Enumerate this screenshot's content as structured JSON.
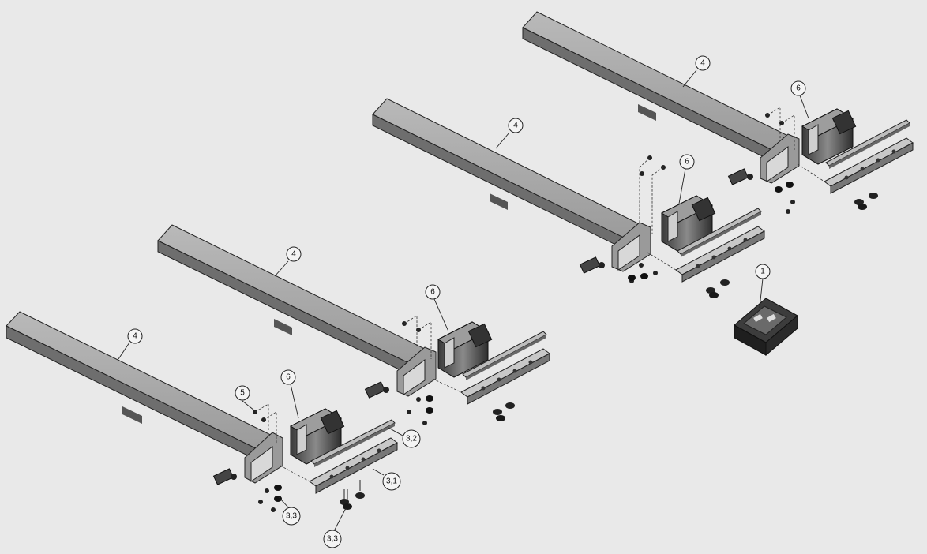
{
  "diagram": {
    "callouts": {
      "rail_1": "4",
      "rail_2": "4",
      "rail_3": "4",
      "rail_4": "4",
      "motor_1": "6",
      "motor_2": "6",
      "motor_3": "6",
      "motor_4": "6",
      "controller": "1",
      "screw": "5",
      "strip_plate": "3,2",
      "mount_plate": "3,1",
      "foot_left": "3,3",
      "foot_bottom": "3,3"
    }
  }
}
